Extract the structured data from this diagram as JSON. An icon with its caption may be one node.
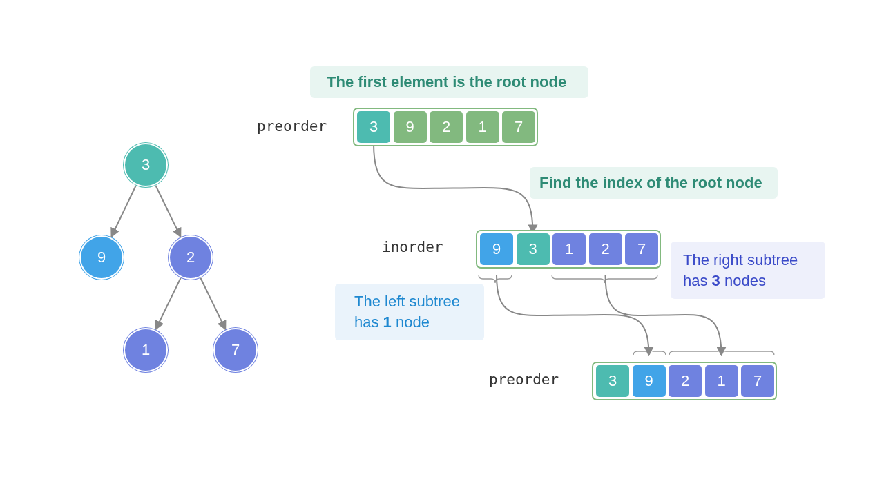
{
  "diagram": {
    "nodes": [
      {
        "text": [
          "3"
        ]
      },
      {
        "text": [
          "9"
        ]
      },
      {
        "text": [
          "2"
        ]
      },
      {
        "text": [
          "1"
        ]
      },
      {
        "text": [
          "7"
        ]
      },
      {
        "text": [],
        "shape": "box",
        "beside": [
          "preorder"
        ]
      },
      {
        "text": [
          "3"
        ],
        "in": 5
      },
      {
        "text": [
          "9"
        ],
        "in": 5
      },
      {
        "text": [
          "2"
        ],
        "in": 5
      },
      {
        "text": [
          "1"
        ],
        "in": 5
      },
      {
        "text": [
          "7"
        ],
        "in": 5
      },
      {
        "text": [
          "The first element is the root node"
        ]
      },
      {
        "text": [
          "Find the index of the root node"
        ]
      },
      {
        "text": [],
        "shape": "box",
        "beside": [
          "inorder"
        ]
      },
      {
        "text": [
          "9"
        ],
        "in": 13
      },
      {
        "text": [
          "3"
        ],
        "in": 13
      },
      {
        "text": [
          "1"
        ],
        "in": 13
      },
      {
        "text": [
          "2"
        ],
        "in": 13
      },
      {
        "text": [
          "7"
        ],
        "in": 13
      },
      {
        "text": [
          "The left subtree has **1** node"
        ]
      },
      {
        "text": [
          "The right subtree has **3** nodes"
        ]
      },
      {
        "text": [],
        "shape": "box",
        "beside": [
          "preorder"
        ]
      },
      {
        "text": [
          "3"
        ],
        "in": 21
      },
      {
        "text": [
          "9"
        ],
        "in": 21
      },
      {
        "text": [
          "2"
        ],
        "in": 21
      },
      {
        "text": [
          "1"
        ],
        "in": 21
      },
      {
        "text": [
          "7"
        ],
        "in": 21
      }
    ],
    "edges": [
      {
        "from": 0,
        "to": 1,
        "arrow": "to"
      },
      {
        "from": 0,
        "to": 2,
        "arrow": "to"
      },
      {
        "from": 2,
        "to": 3,
        "arrow": "to"
      },
      {
        "from": 2,
        "to": 4,
        "arrow": "to"
      },
      {
        "from": 6,
        "to": 15,
        "arrow": "to"
      },
      {
        "from": 14,
        "to": 23,
        "arrow": "to"
      },
      {
        "from": 17,
        "to": 25,
        "arrow": "to"
      }
    ]
  }
}
